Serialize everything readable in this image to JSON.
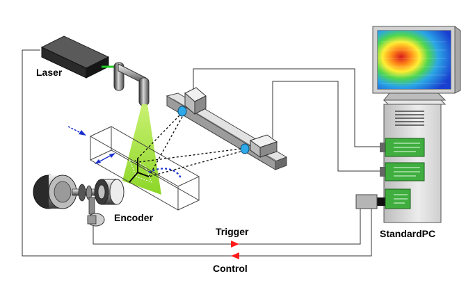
{
  "labels": {
    "laser": "Laser",
    "encoder": "Encoder",
    "trigger": "Trigger",
    "control": "Control",
    "pc": "StandardPC"
  },
  "colors": {
    "laser_sheet": "#9be03a",
    "laser_beam": "#22cc22",
    "signal_arrow": "#ff1a1a",
    "flow_arrow": "#1a2fcc",
    "lens": "#2fa8e8",
    "card": "#3fae3f",
    "case": "#d9d9d9",
    "monitor_frame": "#d4d4d4"
  }
}
